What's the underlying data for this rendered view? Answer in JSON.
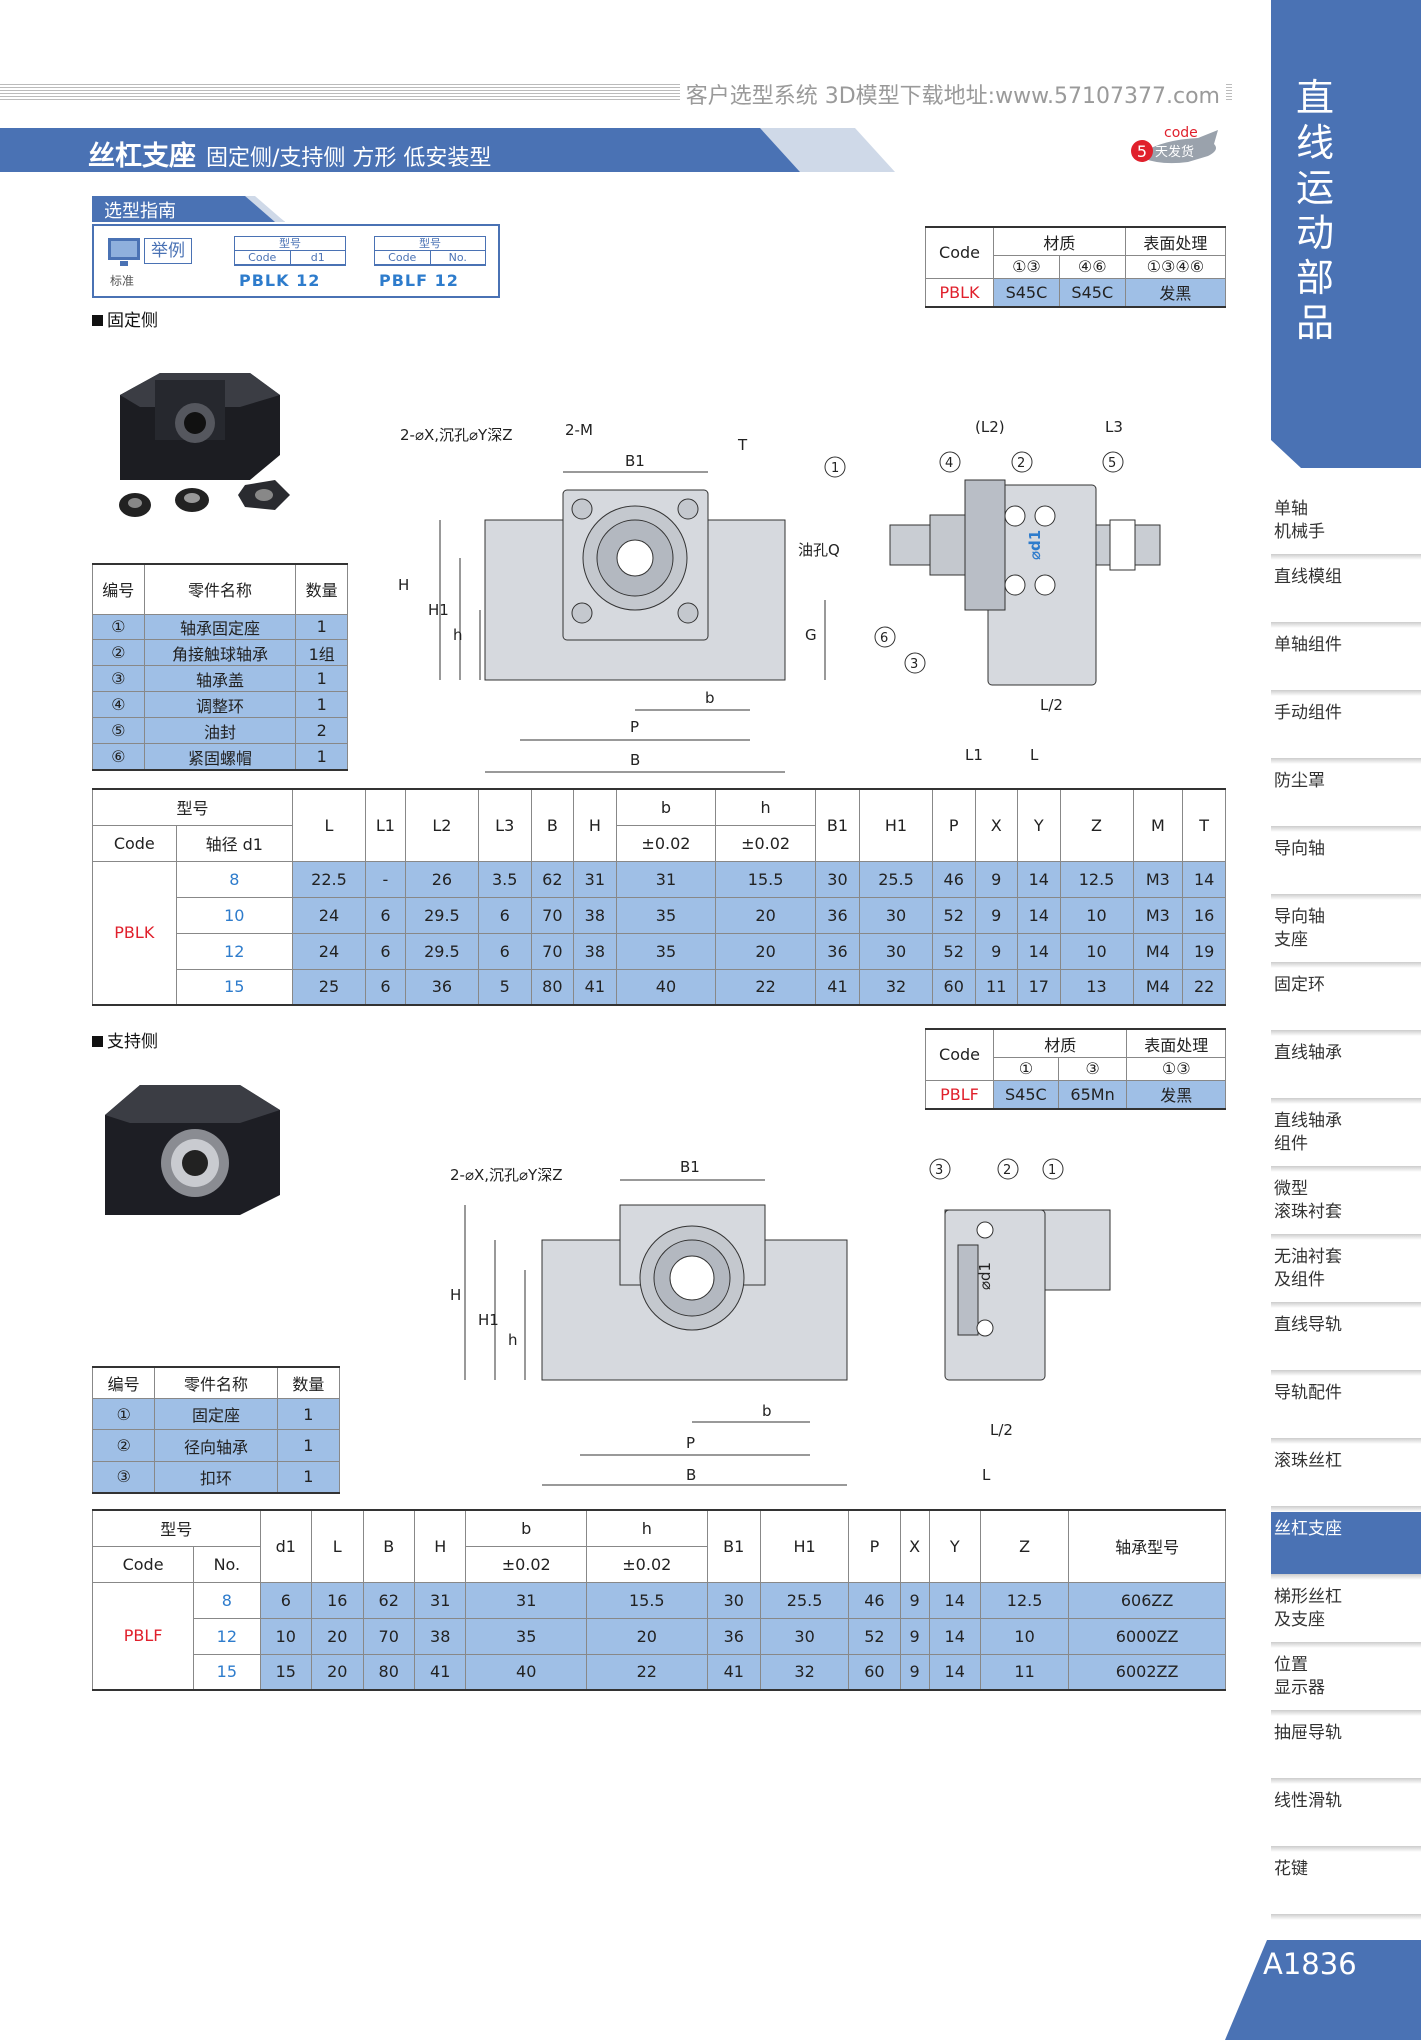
{
  "header": {
    "url_text": "客户选型系统 3D模型下载地址:www.57107377.com",
    "title": "丝杠支座",
    "subtitle": "固定侧/支持侧 方形 低安装型",
    "badge_code": "code",
    "badge_days": "5",
    "badge_text": "天发货"
  },
  "selection": {
    "title": "选型指南",
    "example_label": "举例",
    "standard_label": "标准",
    "box1": {
      "header": "型号",
      "cols": [
        "Code",
        "d1"
      ],
      "example": "PBLK   12"
    },
    "box2": {
      "header": "型号",
      "cols": [
        "Code",
        "No."
      ],
      "example": "PBLF   12"
    }
  },
  "fixed": {
    "section": "固定侧",
    "material": {
      "code_h": "Code",
      "mat_h": "材质",
      "surf_h": "表面处理",
      "c1": "①③",
      "c2": "④⑥",
      "c3": "①③④⑥",
      "code": "PBLK",
      "m1": "S45C",
      "m2": "S45C",
      "surf": "发黑"
    },
    "parts_head": [
      "编号",
      "零件名称",
      "数量"
    ],
    "parts": [
      [
        "①",
        "轴承固定座",
        "1"
      ],
      [
        "②",
        "角接触球轴承",
        "1组"
      ],
      [
        "③",
        "轴承盖",
        "1"
      ],
      [
        "④",
        "调整环",
        "1"
      ],
      [
        "⑤",
        "油封",
        "2"
      ],
      [
        "⑥",
        "紧固螺帽",
        "1"
      ]
    ],
    "drawing": {
      "hole_label": "2-⌀X,沉孔⌀Y深Z",
      "m": "2-M",
      "b1": "B1",
      "t": "T",
      "oil": "油孔Q",
      "h": "H",
      "h1": "H1",
      "hs": "h",
      "g": "G",
      "b": "b",
      "p": "P",
      "B": "B",
      "l2": "(L2)",
      "l3": "L3",
      "d1": "⌀d1",
      "l_2": "L/2",
      "l1": "L1",
      "l": "L",
      "n1": "1",
      "n2": "2",
      "n3": "3",
      "n4": "4",
      "n5": "5",
      "n6": "6"
    },
    "spec": {
      "h_model": "型号",
      "h_code": "Code",
      "h_d1": "轴径 d1",
      "cols": [
        "L",
        "L1",
        "L2",
        "L3",
        "B",
        "H",
        "b",
        "h",
        "B1",
        "H1",
        "P",
        "X",
        "Y",
        "Z",
        "M",
        "T"
      ],
      "tol": "±0.02",
      "code": "PBLK",
      "rows": [
        [
          "8",
          "22.5",
          "-",
          "26",
          "3.5",
          "62",
          "31",
          "31",
          "15.5",
          "30",
          "25.5",
          "46",
          "9",
          "14",
          "12.5",
          "M3",
          "14"
        ],
        [
          "10",
          "24",
          "6",
          "29.5",
          "6",
          "70",
          "38",
          "35",
          "20",
          "36",
          "30",
          "52",
          "9",
          "14",
          "10",
          "M3",
          "16"
        ],
        [
          "12",
          "24",
          "6",
          "29.5",
          "6",
          "70",
          "38",
          "35",
          "20",
          "36",
          "30",
          "52",
          "9",
          "14",
          "10",
          "M4",
          "19"
        ],
        [
          "15",
          "25",
          "6",
          "36",
          "5",
          "80",
          "41",
          "40",
          "22",
          "41",
          "32",
          "60",
          "11",
          "17",
          "13",
          "M4",
          "22"
        ]
      ]
    }
  },
  "support": {
    "section": "支持侧",
    "material": {
      "code_h": "Code",
      "mat_h": "材质",
      "surf_h": "表面处理",
      "c1": "①",
      "c2": "③",
      "c3": "①③",
      "code": "PBLF",
      "m1": "S45C",
      "m2": "65Mn",
      "surf": "发黑"
    },
    "parts_head": [
      "编号",
      "零件名称",
      "数量"
    ],
    "parts": [
      [
        "①",
        "固定座",
        "1"
      ],
      [
        "②",
        "径向轴承",
        "1"
      ],
      [
        "③",
        "扣环",
        "1"
      ]
    ],
    "drawing": {
      "hole_label": "2-⌀X,沉孔⌀Y深Z",
      "b1": "B1",
      "h": "H",
      "h1": "H1",
      "hs": "h",
      "b": "b",
      "p": "P",
      "B": "B",
      "d1": "⌀d1",
      "l_2": "L/2",
      "l": "L",
      "n1": "1",
      "n2": "2",
      "n3": "3"
    },
    "spec": {
      "h_model": "型号",
      "h_code": "Code",
      "h_no": "No.",
      "cols": [
        "d1",
        "L",
        "B",
        "H",
        "b",
        "h",
        "B1",
        "H1",
        "P",
        "X",
        "Y",
        "Z",
        "轴承型号"
      ],
      "tol": "±0.02",
      "code": "PBLF",
      "rows": [
        [
          "8",
          "6",
          "16",
          "62",
          "31",
          "31",
          "15.5",
          "30",
          "25.5",
          "46",
          "9",
          "14",
          "12.5",
          "606ZZ"
        ],
        [
          "12",
          "10",
          "20",
          "70",
          "38",
          "35",
          "20",
          "36",
          "30",
          "52",
          "9",
          "14",
          "10",
          "6000ZZ"
        ],
        [
          "15",
          "15",
          "20",
          "80",
          "41",
          "40",
          "22",
          "41",
          "32",
          "60",
          "9",
          "14",
          "11",
          "6002ZZ"
        ]
      ]
    }
  },
  "sidebar": {
    "title": [
      "直",
      "线",
      "运",
      "动",
      "部",
      "品"
    ],
    "items": [
      "单轴\n机械手",
      "直线模组",
      "单轴组件",
      "手动组件",
      "防尘罩",
      "导向轴",
      "导向轴\n支座",
      "固定环",
      "直线轴承",
      "直线轴承\n组件",
      "微型\n滚珠衬套",
      "无油衬套\n及组件",
      "直线导轨",
      "导轨配件",
      "滚珠丝杠",
      "丝杠支座",
      "梯形丝杠\n及支座",
      "位置\n显示器",
      "抽屉导轨",
      "线性滑轨",
      "花键"
    ],
    "active": "丝杠支座"
  },
  "page_number": "A1836",
  "colors": {
    "brand": "#4a72b4",
    "cell_blue": "#9fbfe6",
    "code_red": "#e0202c",
    "size_blue": "#2e7ccc"
  }
}
